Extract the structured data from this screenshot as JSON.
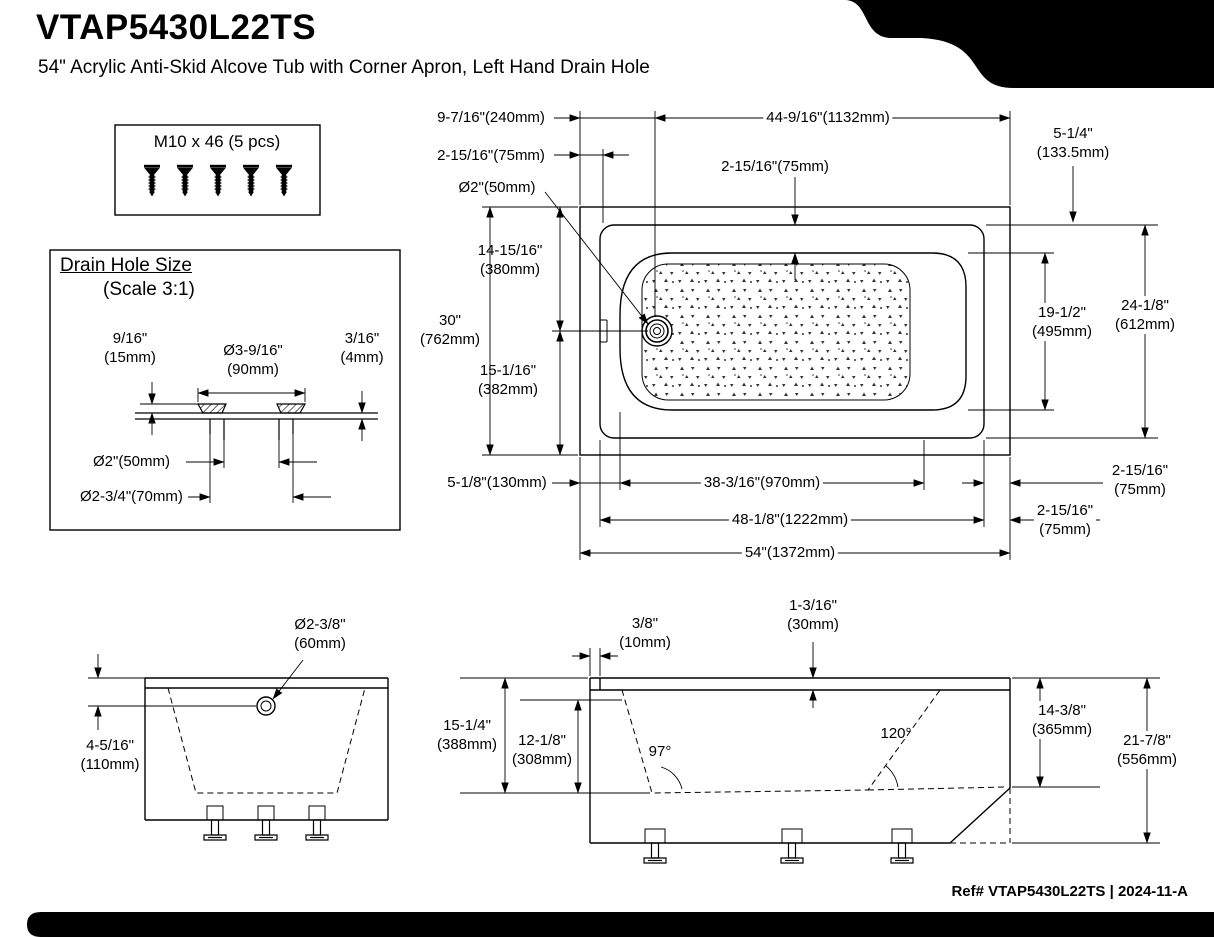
{
  "header": {
    "model": "VTAP5430L22TS",
    "subtitle": "54\" Acrylic Anti-Skid Alcove Tub with Corner Apron, Left Hand Drain Hole"
  },
  "hardware": {
    "label": "M10 x 46 (5 pcs)"
  },
  "drain_detail": {
    "title": "Drain Hole Size",
    "scale": "(Scale 3:1)",
    "lip_height_in": "9/16\"",
    "lip_height_mm": "(15mm)",
    "flange_dia_in": "Ø3-9/16\"",
    "flange_dia_mm": "(90mm)",
    "thickness_in": "3/16\"",
    "thickness_mm": "(4mm)",
    "hole_inner": "Ø2\"(50mm)",
    "hole_outer": "Ø2-3/4\"(70mm)"
  },
  "top_view": {
    "drain_offset": "9-7/16\"(240mm)",
    "drain_to_end": "44-9/16\"(1132mm)",
    "left_rim": "2-15/16\"(75mm)",
    "corner_apron_in": "5-1/4\"",
    "corner_apron_mm": "(133.5mm)",
    "top_rim": "2-15/16\"(75mm)",
    "drain_dia": "Ø2\"(50mm)",
    "drain_from_top_in": "14-15/16\"",
    "drain_from_top_mm": "(380mm)",
    "overall_width_in": "30\"",
    "overall_width_mm": "(762mm)",
    "drain_from_bottom_in": "15-1/16\"",
    "drain_from_bottom_mm": "(382mm)",
    "basin_width_in": "19-1/2\"",
    "basin_width_mm": "(495mm)",
    "rim_width_in": "24-1/8\"",
    "rim_width_mm": "(612mm)",
    "basin_left_offset": "5-1/8\"(130mm)",
    "basin_floor_length": "38-3/16\"(970mm)",
    "right_gap_in": "2-15/16\"",
    "right_gap_mm": "(75mm)",
    "rim_length": "48-1/8\"(1222mm)",
    "right_rim_in": "2-15/16\"",
    "right_rim_mm": "(75mm)",
    "overall_length": "54\"(1372mm)"
  },
  "end_view": {
    "drain_dia_in": "Ø2-3/8\"",
    "drain_dia_mm": "(60mm)",
    "drain_drop_in": "4-5/16\"",
    "drain_drop_mm": "(110mm)"
  },
  "side_view": {
    "ledge_in": "3/8\"",
    "ledge_mm": "(10mm)",
    "rim_height_in": "1-3/16\"",
    "rim_height_mm": "(30mm)",
    "outer_depth_in": "15-1/4\"",
    "outer_depth_mm": "(388mm)",
    "inner_depth_in": "12-1/8\"",
    "inner_depth_mm": "(308mm)",
    "angle_left": "97°",
    "angle_right": "120°",
    "skirt_drop_in": "14-3/8\"",
    "skirt_drop_mm": "(365mm)",
    "overall_height_in": "21-7/8\"",
    "overall_height_mm": "(556mm)"
  },
  "footer": {
    "ref": "Ref# VTAP5430L22TS | 2024-11-A"
  }
}
